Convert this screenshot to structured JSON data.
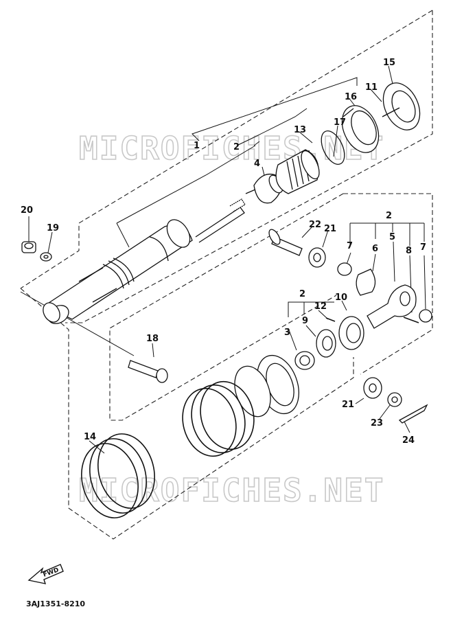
{
  "diagram": {
    "part_number": "3AJ1351-8210",
    "direction_label": "FWD",
    "watermark": "MICROFICHES.NET",
    "callouts": [
      {
        "id": "c1",
        "text": "1"
      },
      {
        "id": "c2a",
        "text": "2"
      },
      {
        "id": "c13",
        "text": "13"
      },
      {
        "id": "c17",
        "text": "17"
      },
      {
        "id": "c16",
        "text": "16"
      },
      {
        "id": "c11",
        "text": "11"
      },
      {
        "id": "c15",
        "text": "15"
      },
      {
        "id": "c4",
        "text": "4"
      },
      {
        "id": "c20",
        "text": "20"
      },
      {
        "id": "c19",
        "text": "19"
      },
      {
        "id": "c22",
        "text": "22"
      },
      {
        "id": "c21a",
        "text": "21"
      },
      {
        "id": "c2b",
        "text": "2"
      },
      {
        "id": "c7a",
        "text": "7"
      },
      {
        "id": "c6",
        "text": "6"
      },
      {
        "id": "c5",
        "text": "5"
      },
      {
        "id": "c8",
        "text": "8"
      },
      {
        "id": "c7b",
        "text": "7"
      },
      {
        "id": "c2c",
        "text": "2"
      },
      {
        "id": "c12",
        "text": "12"
      },
      {
        "id": "c10",
        "text": "10"
      },
      {
        "id": "c9",
        "text": "9"
      },
      {
        "id": "c3",
        "text": "3"
      },
      {
        "id": "c18",
        "text": "18"
      },
      {
        "id": "c14",
        "text": "14"
      },
      {
        "id": "c21b",
        "text": "21"
      },
      {
        "id": "c23",
        "text": "23"
      },
      {
        "id": "c24",
        "text": "24"
      }
    ]
  }
}
